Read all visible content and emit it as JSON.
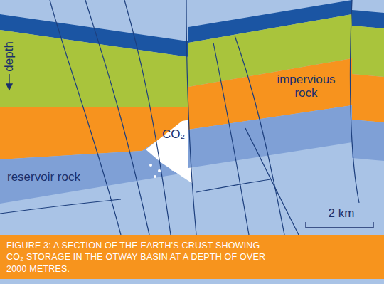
{
  "diagram": {
    "caption": "FIGURE 3: A SECTION OF THE EARTH'S CRUST SHOWING CO₂ STORAGE IN THE OTWAY BASIN AT A DEPTH OF OVER 2000 METRES.",
    "labels": [
      "depth",
      "impervious rock",
      "CO₂",
      "reservoir rock",
      "2 km"
    ]
  }
}
